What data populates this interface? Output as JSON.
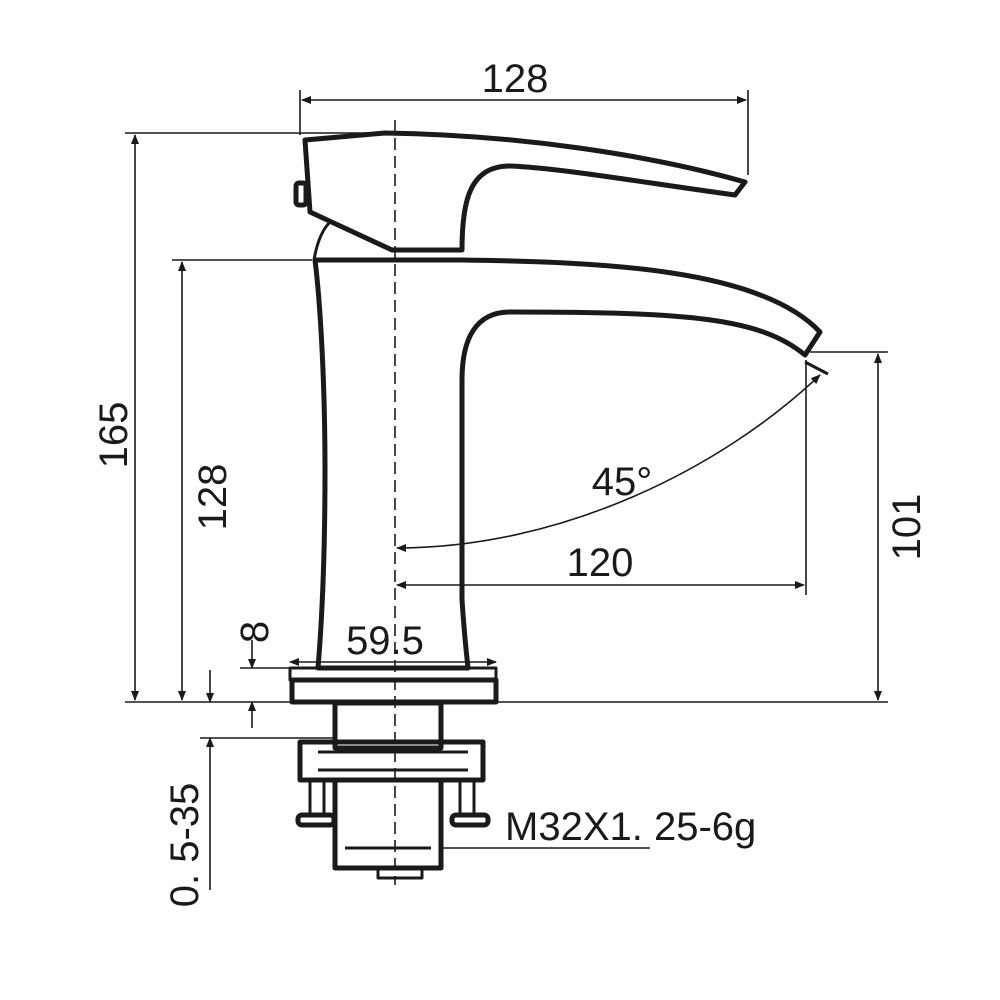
{
  "dimensions": {
    "top_width": "128",
    "total_height": "165",
    "body_height": "128",
    "spout_reach": "120",
    "spout_height": "101",
    "spray_angle": "45°",
    "base_diameter": "59.5",
    "base_thickness": "8",
    "deck_range": "0. 5-35",
    "thread_spec": "M32X1. 25-6g"
  },
  "colors": {
    "line": "#1a1a1a",
    "background": "#ffffff"
  }
}
